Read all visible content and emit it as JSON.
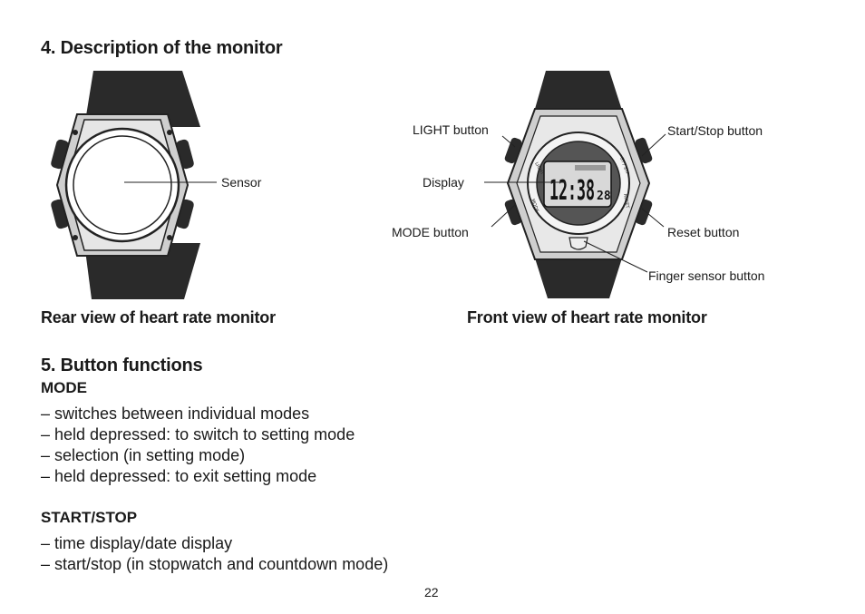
{
  "section4": {
    "title": "4. Description of the monitor",
    "rear_caption": "Rear view of heart rate monitor",
    "front_caption": "Front view of heart rate monitor",
    "rear_labels": {
      "sensor": "Sensor"
    },
    "front_labels": {
      "light": "LIGHT button",
      "display": "Display",
      "mode": "MODE button",
      "start_stop": "Start/Stop button",
      "reset": "Reset button",
      "finger": "Finger sensor button"
    },
    "watch_face": {
      "time": "12:38",
      "seconds": "28",
      "bezel_left_top": "LIGHT",
      "bezel_left_bottom": "MODE",
      "bezel_right_top": "ST / STP",
      "bezel_right_bottom": "RESET"
    }
  },
  "section5": {
    "title": "5. Button functions",
    "mode": {
      "heading": "MODE",
      "items": [
        "– switches between individual modes",
        "– held depressed: to switch to setting mode",
        "– selection (in setting mode)",
        "– held depressed: to exit setting mode"
      ]
    },
    "start_stop": {
      "heading": "START/STOP",
      "items": [
        "– time display/date display",
        "– start/stop (in stopwatch and countdown mode)"
      ]
    }
  },
  "page_number": "22"
}
